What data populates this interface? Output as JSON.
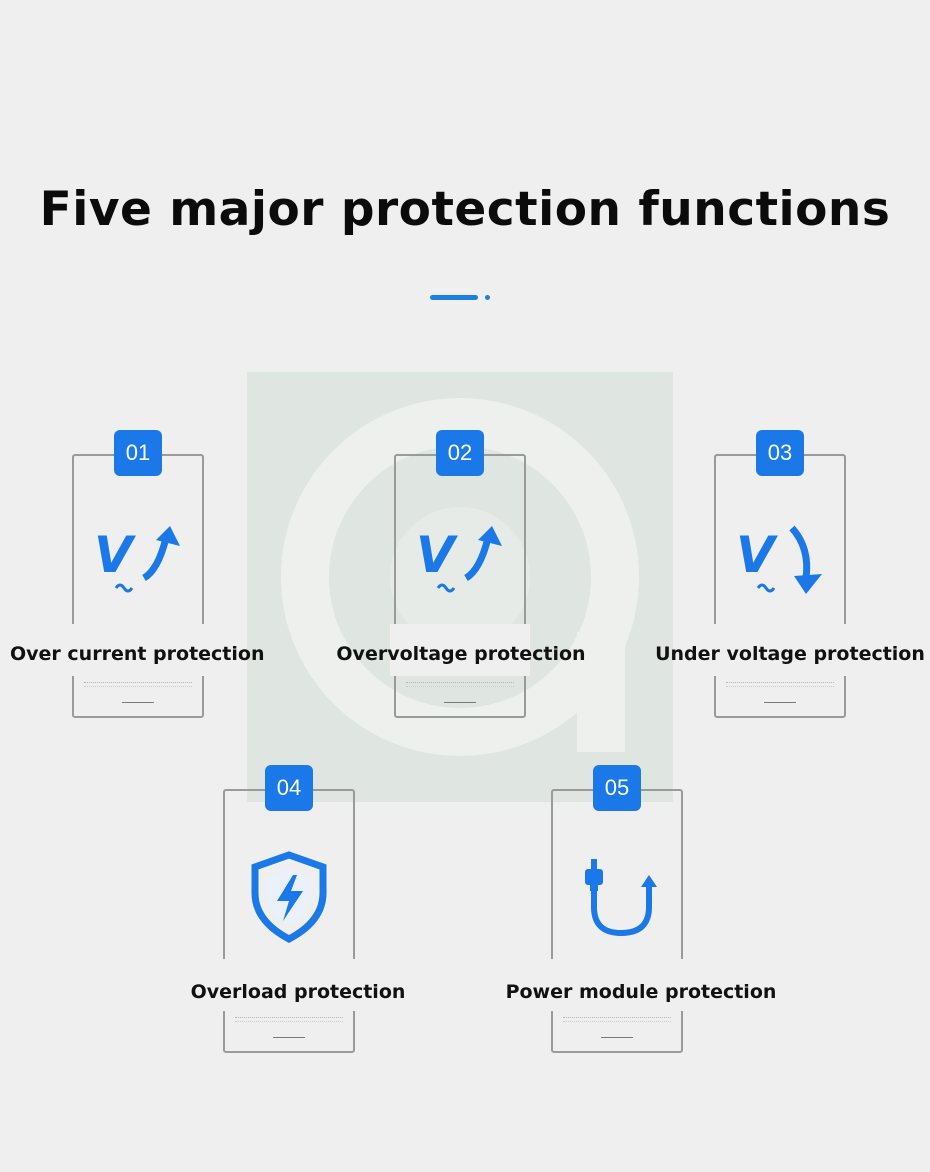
{
  "title": "Five major protection functions",
  "colors": {
    "accent": "#1a78e8",
    "background": "#efefef"
  },
  "items": [
    {
      "number": "01",
      "label": "Over current protection",
      "icon": "voltage-up-icon"
    },
    {
      "number": "02",
      "label": "Overvoltage protection",
      "icon": "voltage-up-icon"
    },
    {
      "number": "03",
      "label": "Under voltage protection",
      "icon": "voltage-down-icon"
    },
    {
      "number": "04",
      "label": "Overload protection",
      "icon": "shield-bolt-icon"
    },
    {
      "number": "05",
      "label": "Power module protection",
      "icon": "cable-arrow-icon"
    }
  ]
}
